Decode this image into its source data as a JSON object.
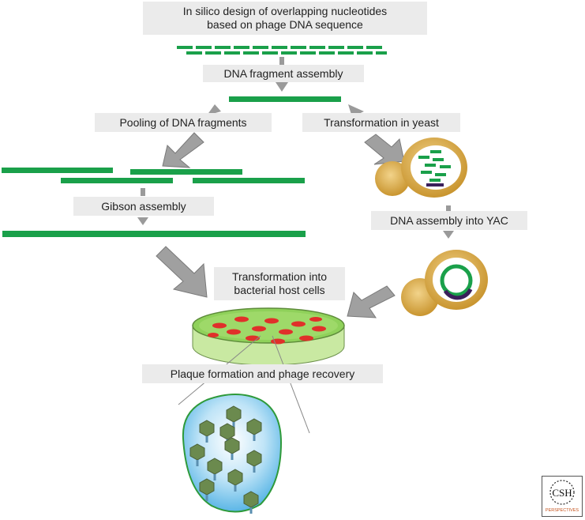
{
  "labels": {
    "design": "In silico design of overlapping nucleotides\nbased on phage DNA sequence",
    "fragment_assembly": "DNA fragment assembly",
    "pooling": "Pooling of DNA fragments",
    "transformation_yeast": "Transformation in yeast",
    "gibson": "Gibson assembly",
    "yac": "DNA assembly into YAC",
    "bacterial": "Transformation into\nbacterial host cells",
    "plaque": "Plaque formation and phage recovery"
  },
  "logo": {
    "text": "CSH",
    "subtext": "PERSPECTIVES"
  },
  "colors": {
    "dna_green": "#1aa04a",
    "label_bg": "#ebebeb",
    "arrow_gray": "#9a9a9a",
    "yeast_gold": "#d6a94a",
    "plate_green": "#8fd15a",
    "colony_red": "#e0302a",
    "phage_sky": "#8ccdf0"
  }
}
